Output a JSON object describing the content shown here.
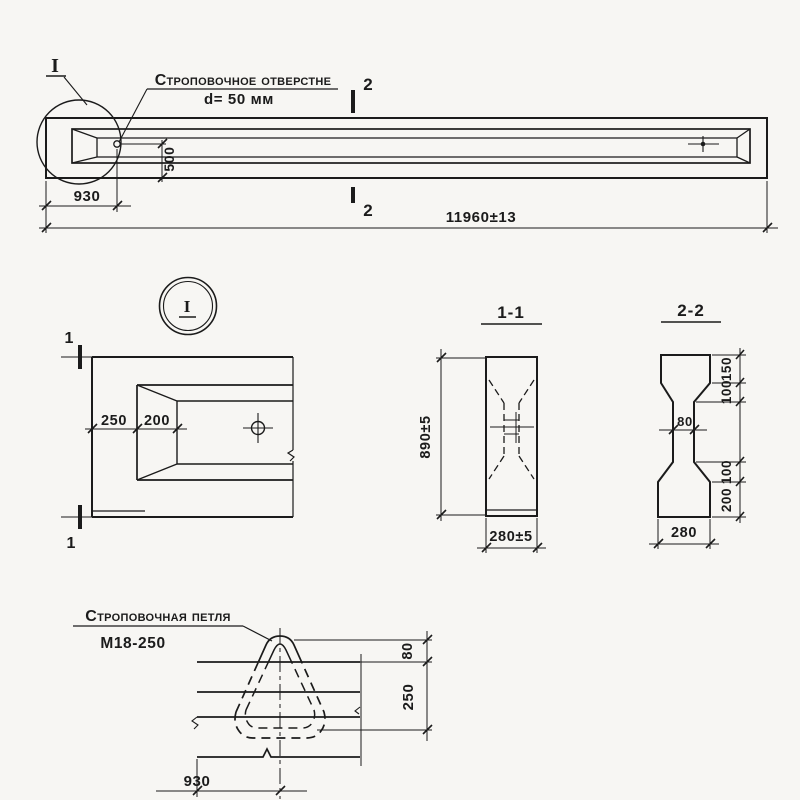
{
  "page": {
    "ink_color": "#1b1b1b",
    "paper_color": "#f7f6f3"
  },
  "elevation": {
    "note_line1": "Строповочное отверстне",
    "note_line2": "d= 50 мм",
    "detail_marker": "I",
    "section_marker_top": "2",
    "section_marker_bottom": "2",
    "dim_hole_offset": "930",
    "dim_hole_height": "500",
    "dim_overall": "11960±13"
  },
  "detail_view": {
    "callout_label": "I",
    "section_marker_top": "1",
    "section_marker_bottom": "1",
    "dim_edge": "250",
    "dim_chamfer": "200"
  },
  "section_1_1": {
    "title": "1-1",
    "dim_height": "890±5",
    "dim_width": "280±5"
  },
  "section_2_2": {
    "title": "2-2",
    "dim_top_flange": "150",
    "dim_top_taper": "100",
    "dim_web": "80",
    "dim_bottom_taper": "100",
    "dim_bottom_flange": "200",
    "dim_width": "280"
  },
  "loop_detail": {
    "label": "Строповочная петля",
    "mark": "М18-250",
    "dim_projection": "80",
    "dim_embedment": "250",
    "dim_offset": "930"
  }
}
